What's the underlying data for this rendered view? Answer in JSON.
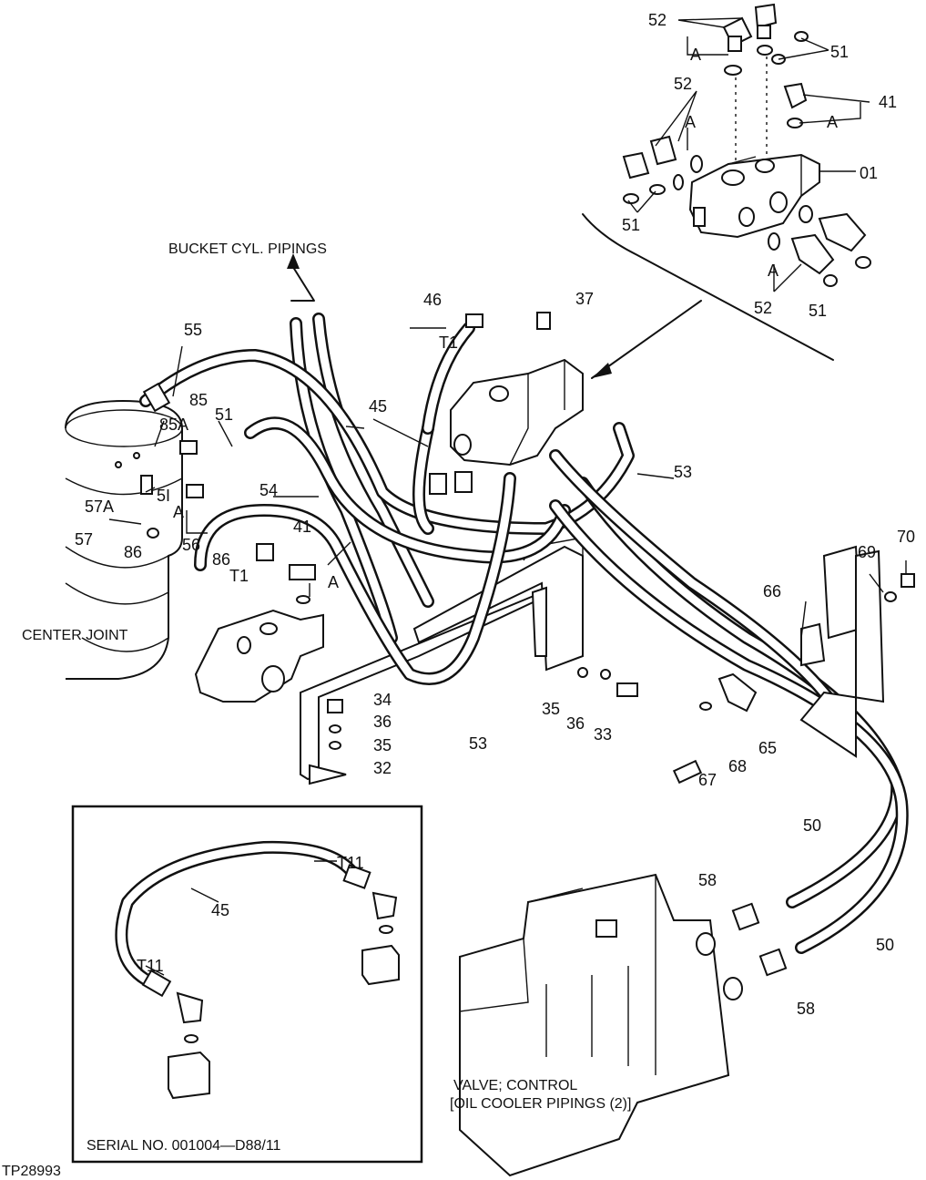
{
  "captions": {
    "bucket_cyl": "BUCKET CYL. PIPINGS",
    "center_joint": "CENTER JOINT",
    "valve_line1": "VALVE; CONTROL",
    "valve_line2": "[OIL COOLER PIPINGS (2)]",
    "serial": "SERIAL NO. 001004—D88/11",
    "figure_id": "TP28993"
  },
  "callouts": {
    "c52a": "52",
    "cA1": "A",
    "c51a": "51",
    "c52b": "52",
    "cA2": "A",
    "c41a": "41",
    "cA3": "A",
    "c01": "01",
    "c51b": "51",
    "cA4": "A",
    "c52c": "52",
    "c51c": "51",
    "c46": "46",
    "c37": "37",
    "cT1a": "T1",
    "c55": "55",
    "c85": "85",
    "c85A": "85A",
    "c51d": "51",
    "c45a": "45",
    "c53a": "53",
    "c51e": "5I",
    "c57A": "57A",
    "c57": "57",
    "cA5": "A",
    "c56": "56",
    "c86a": "86",
    "c86b": "86",
    "c54": "54",
    "c41b": "41",
    "cT1b": "T1",
    "cA6": "A",
    "c66": "66",
    "c69": "69",
    "c70": "70",
    "c34": "34",
    "c36a": "36",
    "c35a": "35",
    "c32": "32",
    "c53b": "53",
    "c35b": "35",
    "c36b": "36",
    "c33": "33",
    "c67": "67",
    "c68": "68",
    "c65": "65",
    "c50a": "50",
    "c50b": "50",
    "c58a": "58",
    "c58b": "58",
    "cT11a": "T11",
    "cT11b": "T11",
    "c45b": "45"
  }
}
